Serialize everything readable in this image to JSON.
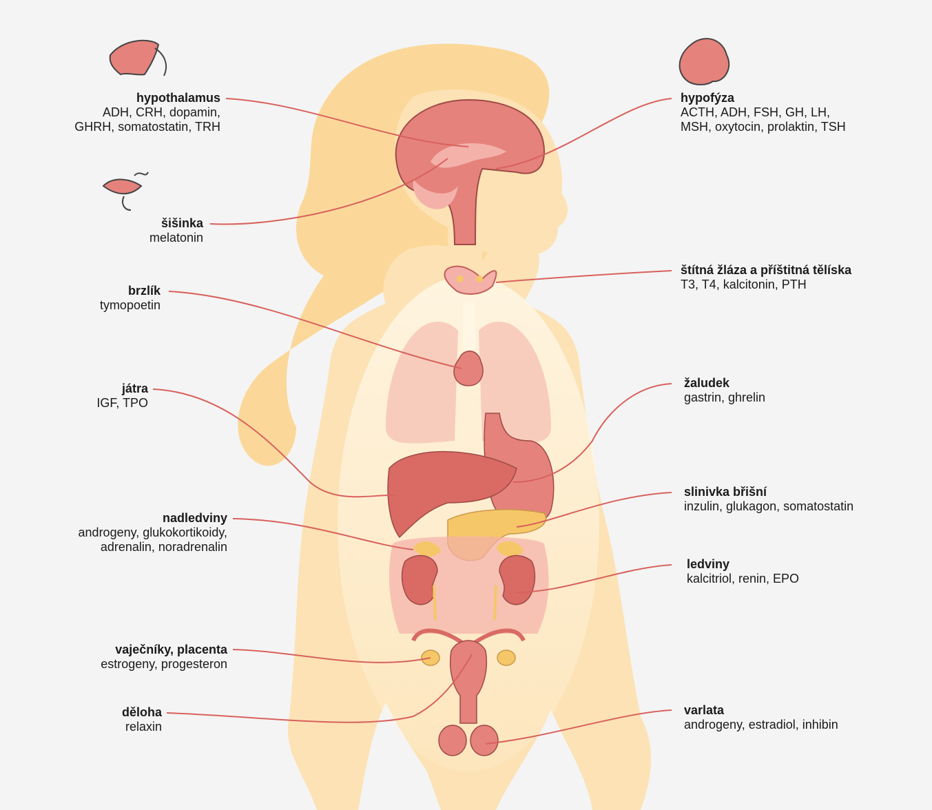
{
  "labels": {
    "hypothalamus": {
      "name": "hypothalamus",
      "line1": "ADH, CRH, dopamin,",
      "line2": "GHRH, somatostatin, TRH"
    },
    "hypofyza": {
      "name": "hypofýza",
      "line1": "ACTH, ADH, FSH, GH, LH,",
      "line2": "MSH, oxytocin, prolaktin, TSH"
    },
    "sisinka": {
      "name": "šišinka",
      "line1": "melatonin"
    },
    "stitna": {
      "name": "štítná žláza a příštitná tělíska",
      "line1": "T3, T4, kalcitonin, PTH"
    },
    "brzlik": {
      "name": "brzlík",
      "line1": "tymopoetin"
    },
    "zaludek": {
      "name": "žaludek",
      "line1": "gastrin, ghrelin"
    },
    "jatra": {
      "name": "játra",
      "line1": "IGF, TPO"
    },
    "slinivka": {
      "name": "slinivka břišní",
      "line1": "inzulin, glukagon, somatostatin"
    },
    "nadledviny": {
      "name": "nadledviny",
      "line1": "androgeny, glukokortikoidy,",
      "line2": "adrenalin, noradrenalin"
    },
    "ledviny": {
      "name": "ledviny",
      "line1": "kalcitriol, renin, EPO"
    },
    "vajecniky": {
      "name": "vaječníky, placenta",
      "line1": "estrogeny, progesteron"
    },
    "deloha": {
      "name": "děloha",
      "line1": "relaxin"
    },
    "varlata": {
      "name": "varlata",
      "line1": "androgeny, estradiol, inhibin"
    }
  },
  "colors": {
    "background": "#f4f4f4",
    "hair": "#fbd89a",
    "body": "#fce2b4",
    "organ": "#e5827c",
    "organ_light": "#f3b1aa",
    "gland": "#f6c768",
    "line": "#d8615c"
  }
}
